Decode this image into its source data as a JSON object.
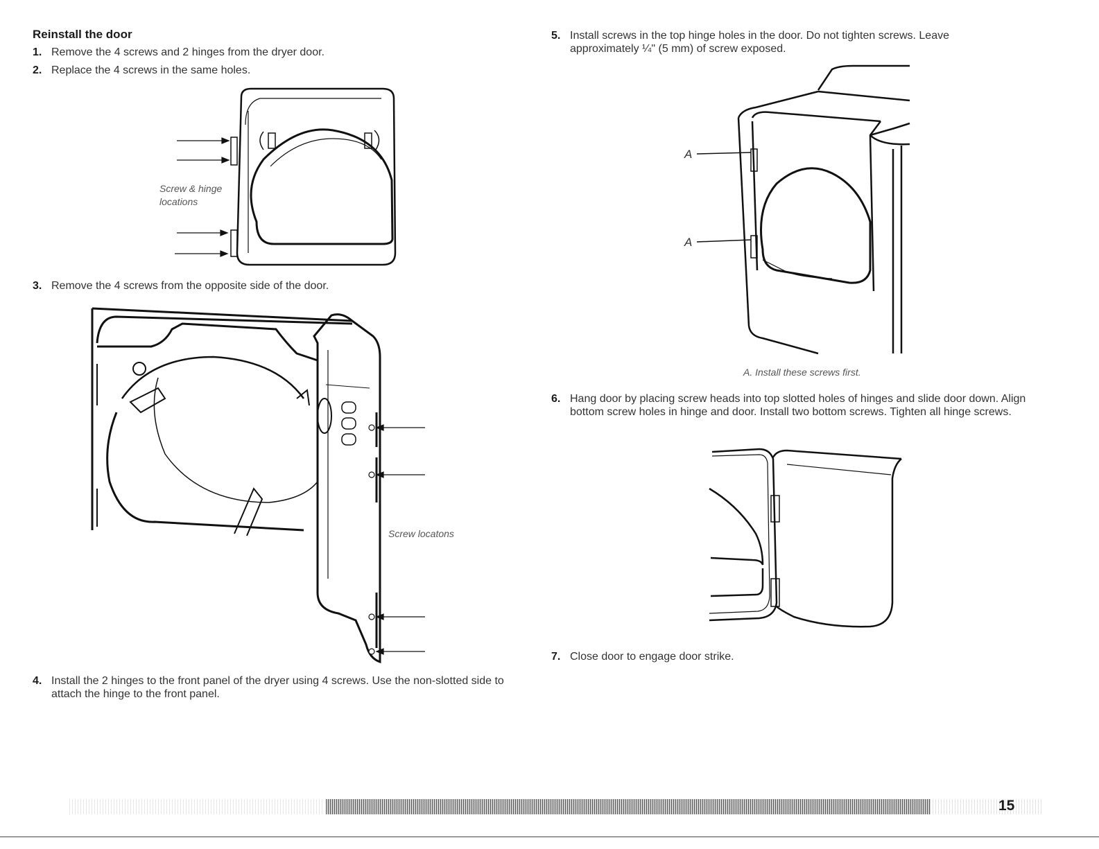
{
  "left": {
    "heading": "Reinstall the door",
    "steps": [
      {
        "num": "1.",
        "text": "Remove the 4 screws and 2 hinges from the dryer door."
      },
      {
        "num": "2.",
        "text": "Replace the 4 screws in the same holes."
      },
      {
        "num": "3.",
        "text": "Remove the 4 screws from the opposite side of the door."
      },
      {
        "num": "4.",
        "text": "Install the 2 hinges to the front panel of the dryer using 4 screws. Use the non-slotted side to attach the hinge to the front panel."
      }
    ],
    "figure1_caption_line1": "Screw & hinge",
    "figure1_caption_line2": "locations",
    "figure2_caption": "Screw locatons"
  },
  "right": {
    "steps": [
      {
        "num": "5.",
        "text": "Install screws in the top hinge holes in the door. Do not tighten screws. Leave approximately ¼\" (5 mm) of screw exposed."
      },
      {
        "num": "6.",
        "text": "Hang door by placing screw heads into top slotted holes of hinges and slide door down. Align bottom screw holes in hinge and door. Install two bottom screws. Tighten all hinge screws."
      },
      {
        "num": "7.",
        "text": "Close door to engage door strike."
      }
    ],
    "figure3_label_top": "A",
    "figure3_label_bottom": "A",
    "figure3_caption": "A. Install these screws first."
  },
  "footer": {
    "page_number": "15"
  }
}
